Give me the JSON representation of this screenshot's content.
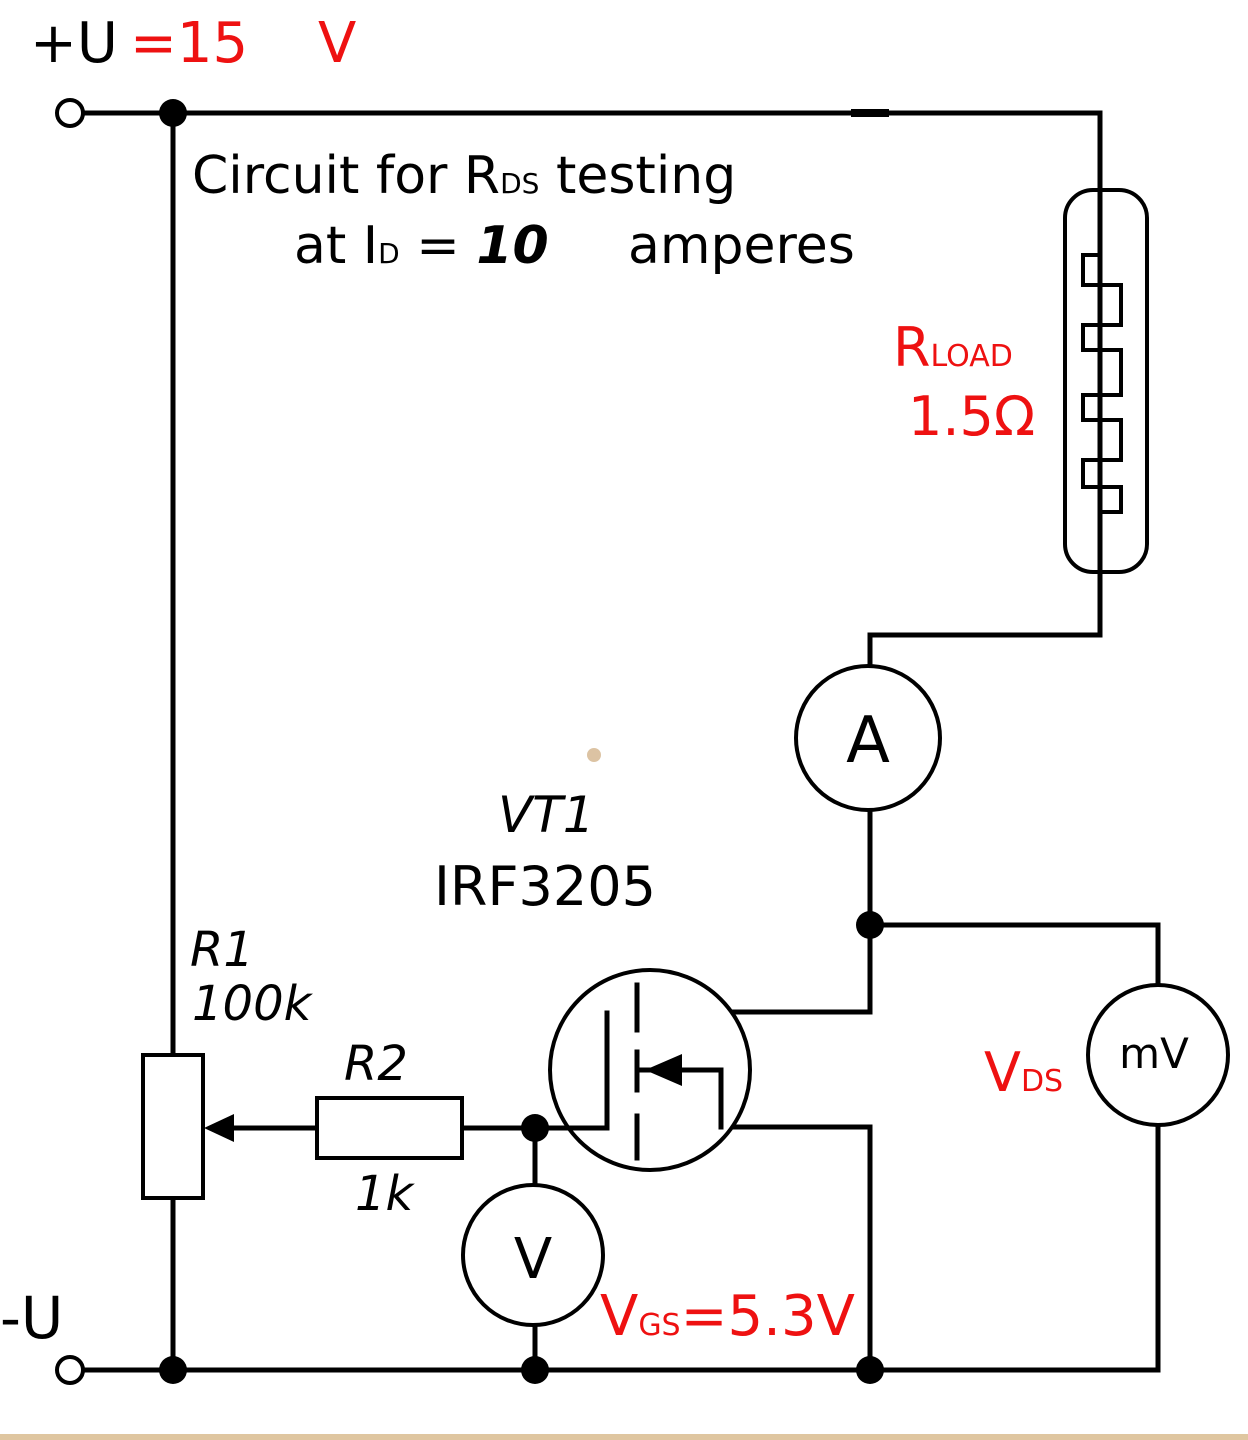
{
  "supply": {
    "plus_label": "+U",
    "value_label": "=15",
    "unit_label": "V",
    "minus_label": "-U"
  },
  "title": {
    "line1_prefix": "Circuit for R",
    "line1_sub": "DS",
    "line1_suffix": " testing",
    "line2_prefix": "at I",
    "line2_sub": "D",
    "line2_eq": " = ",
    "line2_value": "10",
    "line2_suffix": "amperes"
  },
  "load": {
    "name": "R",
    "name_sub": "LOAD",
    "value": "1.5Ω"
  },
  "ammeter": {
    "symbol": "A"
  },
  "transistor": {
    "ref": "VT1",
    "part": "IRF3205"
  },
  "r1": {
    "ref": "R1",
    "value": "100k"
  },
  "r2": {
    "ref": "R2",
    "value": "1k"
  },
  "voltmeter_gs": {
    "symbol": "V",
    "label": "V",
    "label_sub": "GS",
    "reading": "=5.3V"
  },
  "voltmeter_ds": {
    "symbol": "mV",
    "label": "V",
    "label_sub": "DS"
  },
  "colors": {
    "annotation": "#ee1111",
    "wire": "#000000",
    "footer_bar": "#dfc6a0"
  }
}
